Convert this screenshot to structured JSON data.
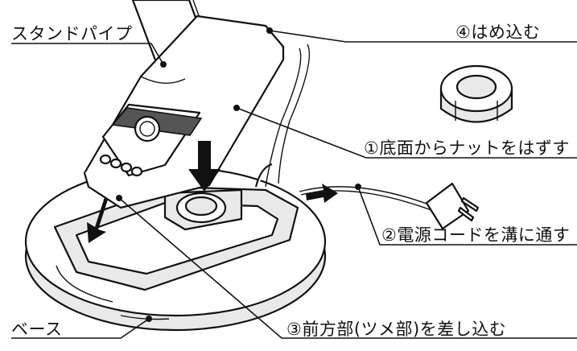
{
  "labels": {
    "stand_pipe": "スタンドパイプ",
    "press_in": "④はめ込む",
    "remove_nut": "①底面からナットをはずす",
    "cord_groove": "②電源コードを溝に通す",
    "insert_front": "③前方部(ツメ部)を差し込む",
    "base": "ベース"
  }
}
